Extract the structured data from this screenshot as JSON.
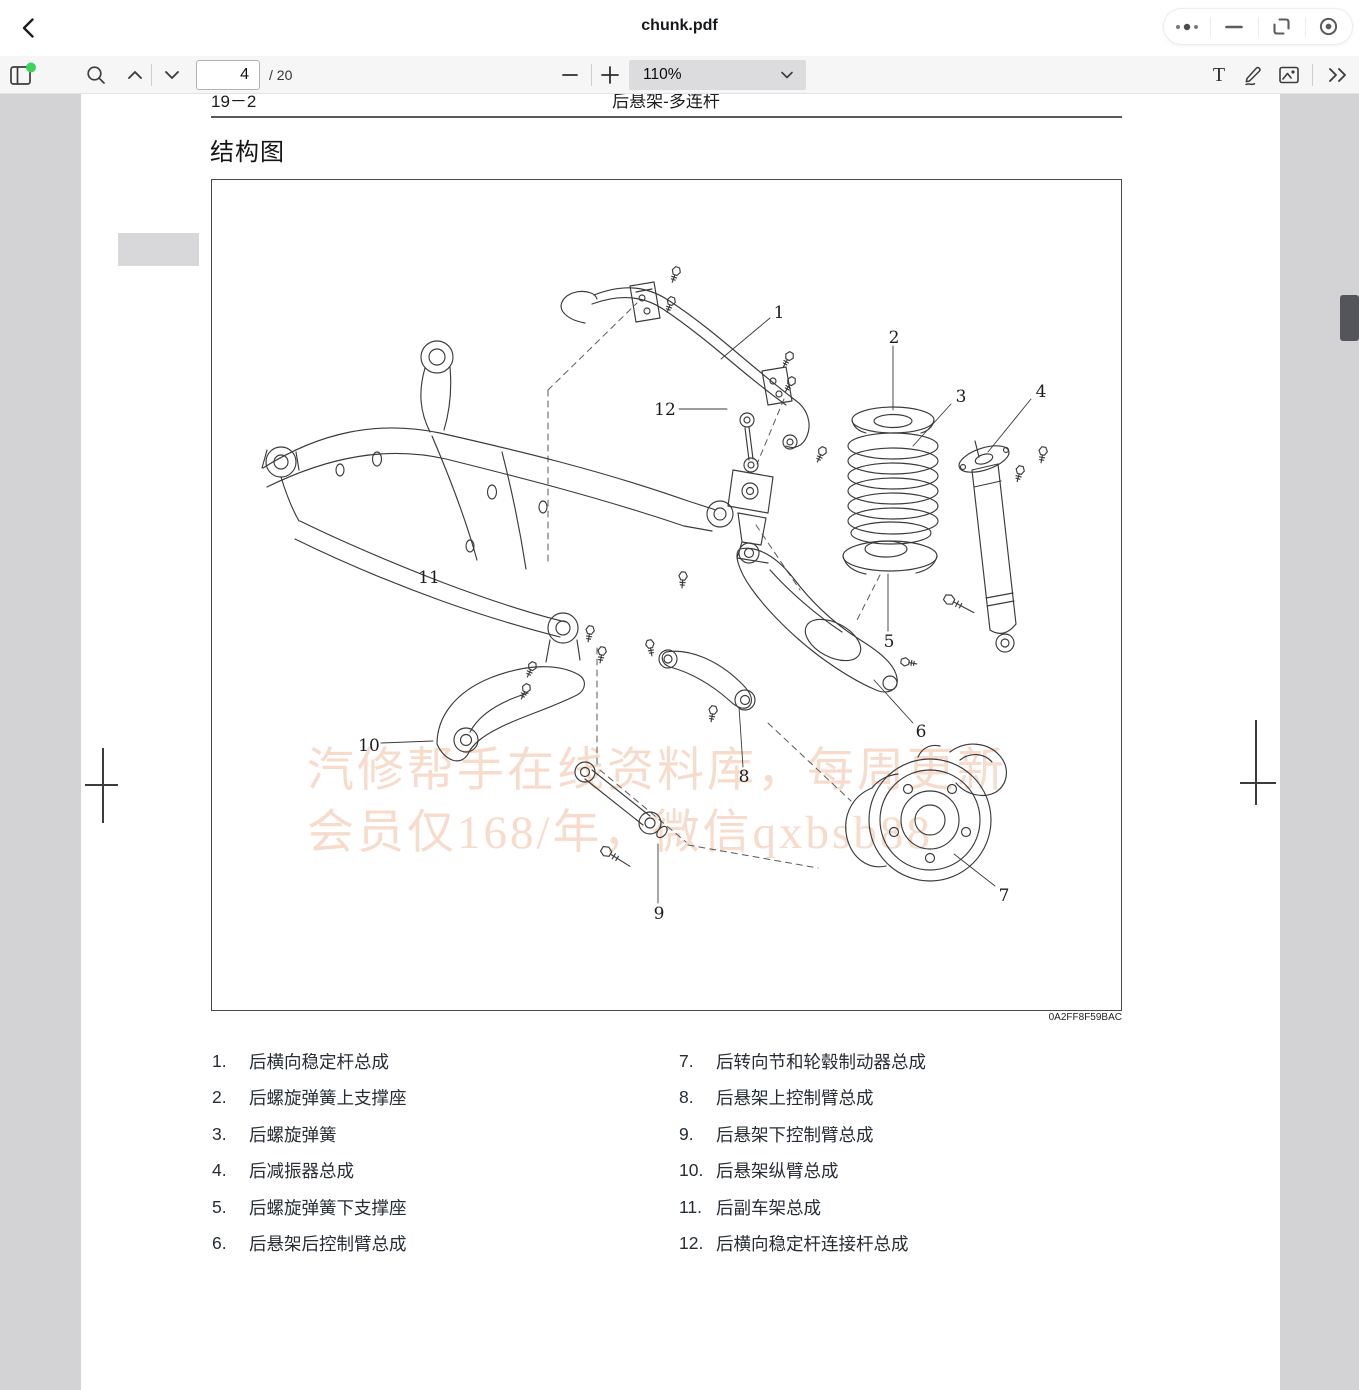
{
  "titlebar": {
    "title": "chunk.pdf"
  },
  "toolbar": {
    "page_value": "4",
    "page_total": "/ 20",
    "zoom_value": "110%"
  },
  "icons": {
    "back": "chevron-left",
    "sidebar_toggle": "panel-with-green-dot",
    "search": "magnifier",
    "page_up": "chevron-up",
    "page_down": "chevron-down",
    "zoom_out": "minus",
    "zoom_in": "plus",
    "zoom_menu": "chevron-down",
    "text_tool": "T",
    "annotate_tool": "pencil",
    "image_tool": "picture",
    "more_tools": "double-chevron-right",
    "more_options": "ellipsis",
    "minimize": "minus",
    "resize": "corner-frame",
    "record": "circle-dot"
  },
  "pdf": {
    "header_left": "19－2",
    "header_center": "后悬架-多连杆",
    "section_title": "结构图",
    "figure_code": "0A2FF8F59BAC",
    "watermark_line1": "汽修帮手在线资料库，每周更新",
    "watermark_line2": "会员仅168/年，微信qxbsb88",
    "callouts": [
      "1",
      "2",
      "3",
      "4",
      "5",
      "6",
      "7",
      "8",
      "9",
      "10",
      "11",
      "12"
    ],
    "parts_left": [
      {
        "num": "1.",
        "label": "后横向稳定杆总成"
      },
      {
        "num": "2.",
        "label": "后螺旋弹簧上支撑座"
      },
      {
        "num": "3.",
        "label": "后螺旋弹簧"
      },
      {
        "num": "4.",
        "label": "后减振器总成"
      },
      {
        "num": "5.",
        "label": "后螺旋弹簧下支撑座"
      },
      {
        "num": "6.",
        "label": "后悬架后控制臂总成"
      }
    ],
    "parts_right": [
      {
        "num": "7.",
        "label": "后转向节和轮毂制动器总成"
      },
      {
        "num": "8.",
        "label": "后悬架上控制臂总成"
      },
      {
        "num": "9.",
        "label": "后悬架下控制臂总成"
      },
      {
        "num": "10.",
        "label": "后悬架纵臂总成"
      },
      {
        "num": "11.",
        "label": "后副车架总成"
      },
      {
        "num": "12.",
        "label": "后横向稳定杆连接杆总成"
      }
    ]
  }
}
